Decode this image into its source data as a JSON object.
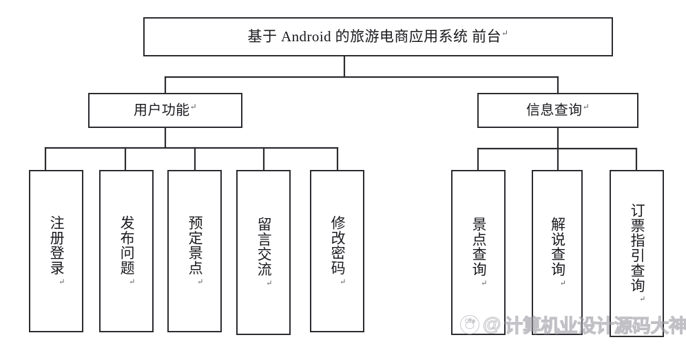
{
  "diagram": {
    "type": "tree-hierarchy",
    "orientation": "top-down",
    "line_color": "#2b2b30",
    "box_fill": "#ffffff",
    "return_mark": "↵",
    "root": {
      "id": "root",
      "label": "基于 Android 的旅游电商应用系统 前台"
    },
    "level2": [
      {
        "id": "user",
        "label": "用户功能"
      },
      {
        "id": "info",
        "label": "信息查询"
      }
    ],
    "level3_user": [
      {
        "id": "reg",
        "label": "注册登录"
      },
      {
        "id": "post",
        "label": "发布问题"
      },
      {
        "id": "book",
        "label": "预定景点"
      },
      {
        "id": "msg",
        "label": "留言交流"
      },
      {
        "id": "pwd",
        "label": "修改密码"
      }
    ],
    "level3_info": [
      {
        "id": "spot",
        "label": "景点查询"
      },
      {
        "id": "guide",
        "label": "解说查询"
      },
      {
        "id": "tick",
        "label": "订票指引查询"
      }
    ]
  },
  "watermark": {
    "at": "@",
    "text": "计算机业设计源码大神",
    "icon": "baidu-paw-icon"
  }
}
